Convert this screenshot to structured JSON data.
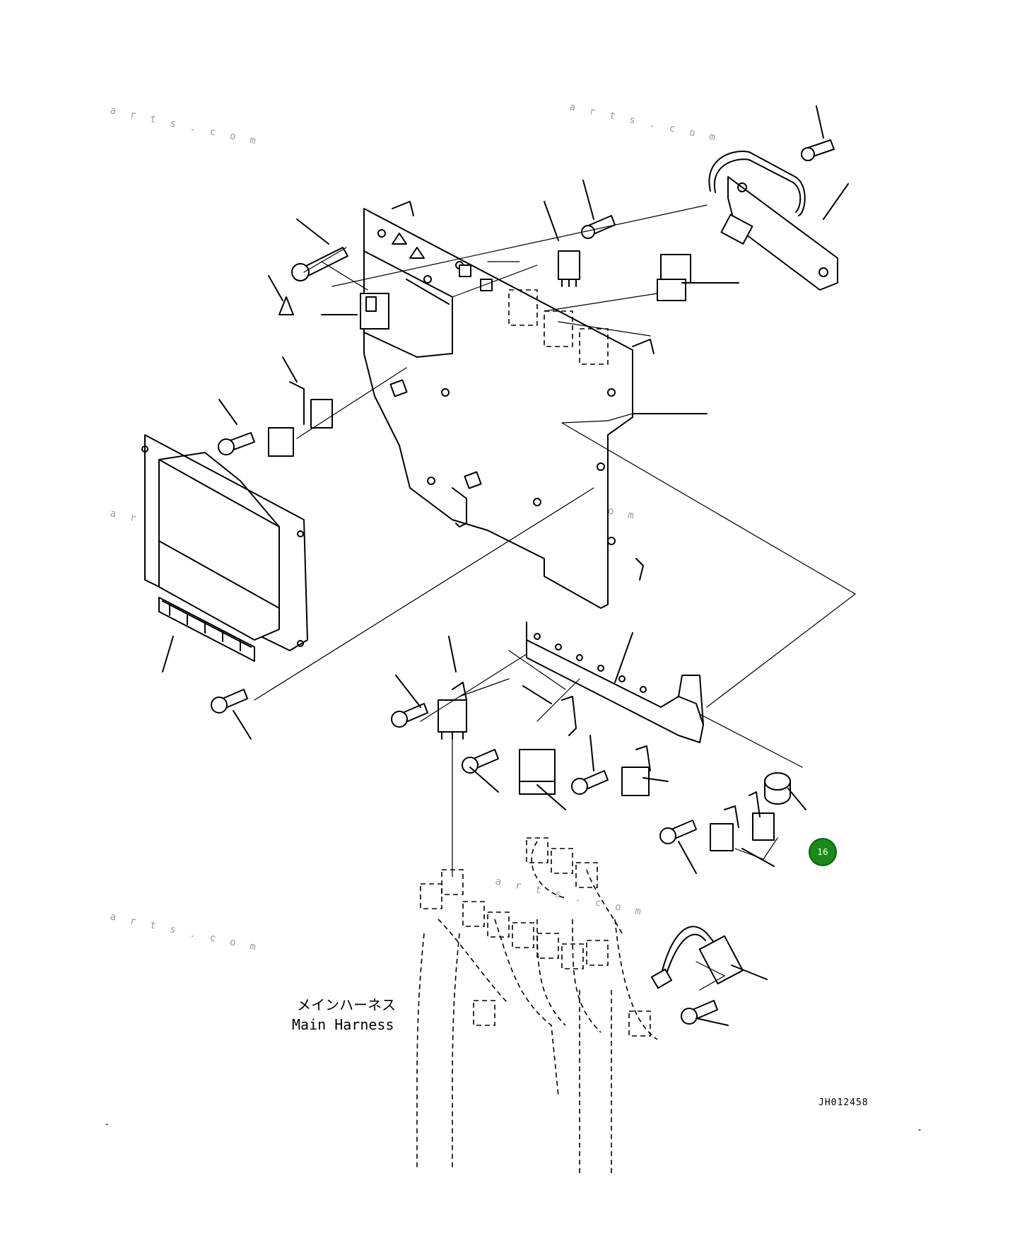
{
  "caption": {
    "japanese": "メインハーネス",
    "english": "Main Harness"
  },
  "drawing_code": "JH012458",
  "callout": {
    "number": "16",
    "color": "#1a8a1a"
  },
  "watermark": {
    "text": "a r t s . c o m",
    "color": "#9a9a9a"
  }
}
